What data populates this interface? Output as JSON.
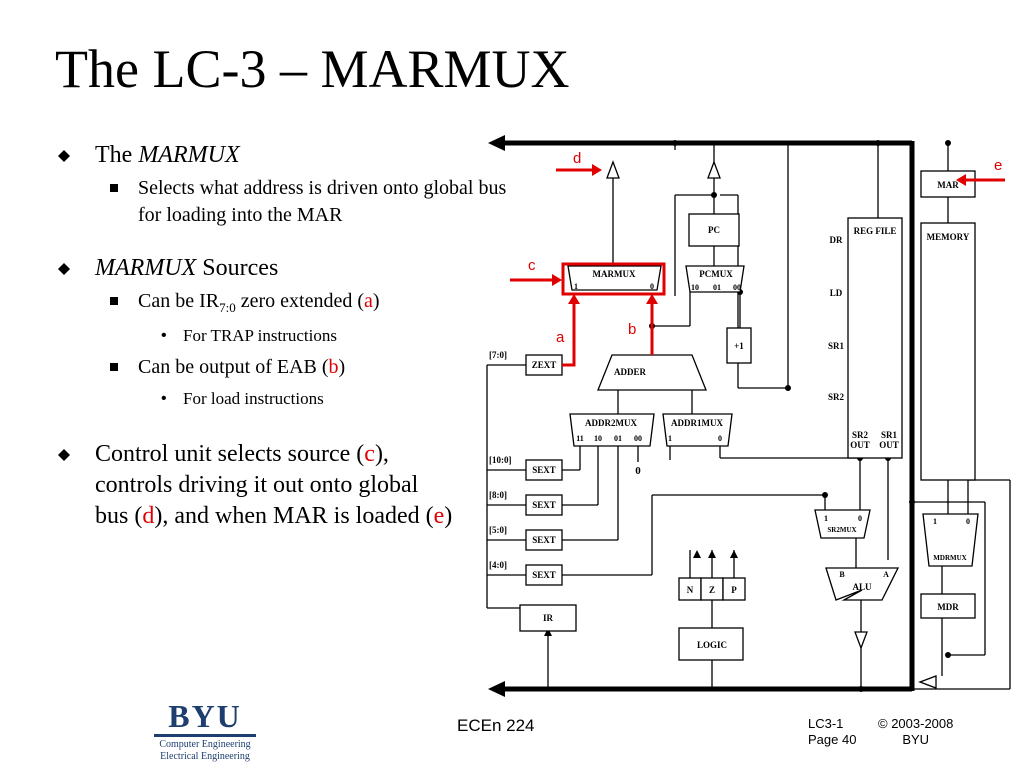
{
  "slide": {
    "title": "The LC-3 – MARMUX",
    "b1": {
      "pre": "The ",
      "italic": "MARMUX",
      "sub1": "Selects what address is driven onto global bus for loading into the MAR"
    },
    "b2": {
      "italic": "MARMUX",
      "post": " Sources",
      "sub1": {
        "pre": "Can be IR",
        "subscript": "7:0",
        "post": " zero extended (",
        "letter": "a",
        "close": ")",
        "detail": "For TRAP instructions"
      },
      "sub2": {
        "pre": "Can be output of EAB  (",
        "letter": "b",
        "close": ")",
        "detail": "For load instructions"
      }
    },
    "b3": {
      "p1": "Control unit selects source (",
      "c": "c",
      "p2": "), controls driving it out onto global bus (",
      "d": "d",
      "p3": "), and when MAR is loaded (",
      "e": "e",
      "p4": ")"
    }
  },
  "diagram": {
    "blocks": {
      "mar": "MAR",
      "memory": "MEMORY",
      "regfile": "REG FILE",
      "pc": "PC",
      "pcmux": "PCMUX",
      "marmux": "MARMUX",
      "plus1": "+1",
      "adder": "ADDER",
      "zext": "ZEXT",
      "addr2mux": "ADDR2MUX",
      "addr1mux": "ADDR1MUX",
      "sext": "SEXT",
      "sr2mux": "SR2MUX",
      "alu": "ALU",
      "mdrmux": "MDRMUX",
      "mdr": "MDR",
      "ir": "IR",
      "logic": "LOGIC",
      "n": "N",
      "z": "Z",
      "p": "P"
    },
    "regfile_ports": {
      "dr": "DR",
      "ld": "LD",
      "sr1": "SR1",
      "sr2": "SR2",
      "sr2out": "SR2\nOUT",
      "sr1out": "SR1\nOUT"
    },
    "ir_fields": {
      "f70": "[7:0]",
      "f100": "[10:0]",
      "f80": "[8:0]",
      "f50": "[5:0]",
      "f40": "[4:0]"
    },
    "mux_inputs": {
      "marmux": [
        "1",
        "0"
      ],
      "pcmux": [
        "10",
        "01",
        "00"
      ],
      "addr2mux": [
        "11",
        "10",
        "01",
        "00"
      ],
      "addr1mux": [
        "1",
        "0"
      ],
      "sr2mux": [
        "1",
        "0"
      ],
      "mdrmux": [
        "1",
        "0"
      ]
    },
    "const_zero": "0",
    "alu_inputs": {
      "b": "B",
      "a": "A"
    },
    "annotations": {
      "a": "a",
      "b": "b",
      "c": "c",
      "d": "d",
      "e": "e"
    },
    "colors": {
      "highlight": "#e00000",
      "line": "#000000"
    }
  },
  "footer": {
    "logo_text": "BYU",
    "dept_line1": "Computer Engineering",
    "dept_line2": "Electrical Engineering",
    "course": "ECEn 224",
    "page_line1": "LC3-1",
    "page_line2": "Page 40",
    "copyright_line1": "© 2003-2008",
    "copyright_line2": "BYU"
  }
}
